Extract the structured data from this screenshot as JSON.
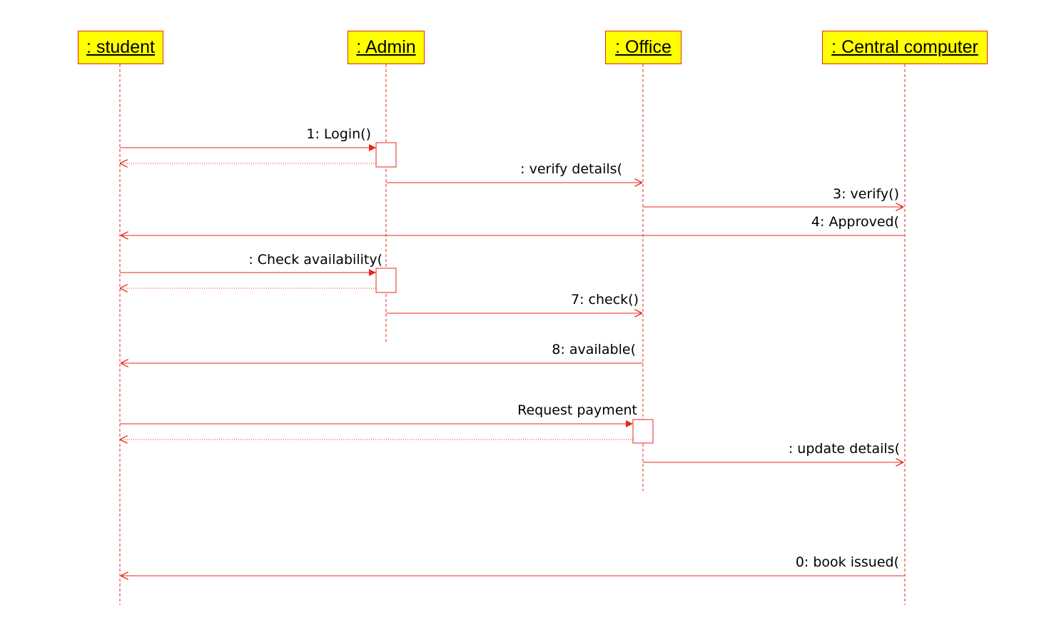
{
  "lifelines": [
    {
      "id": "student",
      "label": " : student"
    },
    {
      "id": "admin",
      "label": " : Admin"
    },
    {
      "id": "office",
      "label": " : Office"
    },
    {
      "id": "central",
      "label": " : Central computer"
    }
  ],
  "messages": [
    {
      "label": "1: Login()"
    },
    {
      "label": ": verify details("
    },
    {
      "label": "3: verify()"
    },
    {
      "label": "4: Approved("
    },
    {
      "label": ": Check availability("
    },
    {
      "label": "7: check()"
    },
    {
      "label": "8: available("
    },
    {
      "label": "Request payment"
    },
    {
      "label": ": update details("
    },
    {
      "label": "0: book issued("
    }
  ],
  "colors": {
    "line": "#e8271c",
    "box_fill": "#ffff00"
  }
}
